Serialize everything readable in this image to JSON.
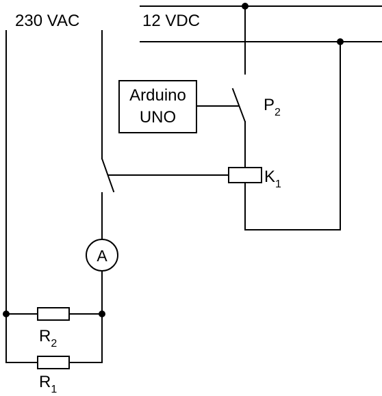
{
  "supplies": {
    "ac_label": "230  VAC",
    "dc_label": "12  VDC"
  },
  "controller": {
    "line1": "Arduino",
    "line2": "UNO"
  },
  "switch_p2": {
    "letter": "P",
    "sub": "2"
  },
  "relay_k1": {
    "letter": "K",
    "sub": "1"
  },
  "meter": {
    "symbol": "A"
  },
  "resistor_r2": {
    "letter": "R",
    "sub": "2"
  },
  "resistor_r1": {
    "letter": "R",
    "sub": "1"
  }
}
